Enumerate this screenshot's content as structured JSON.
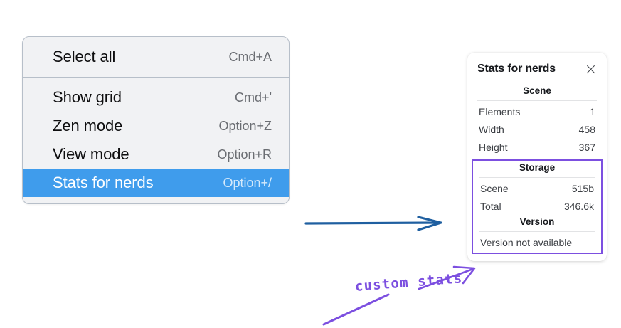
{
  "context_menu": {
    "name": "context-menu",
    "groups": [
      {
        "items": [
          {
            "label": "Select all",
            "shortcut": "Cmd+A",
            "selected": false
          }
        ]
      },
      {
        "items": [
          {
            "label": "Show grid",
            "shortcut": "Cmd+'",
            "selected": false
          },
          {
            "label": "Zen mode",
            "shortcut": "Option+Z",
            "selected": false
          },
          {
            "label": "View mode",
            "shortcut": "Option+R",
            "selected": false
          },
          {
            "label": "Stats for nerds",
            "shortcut": "Option+/",
            "selected": true
          }
        ]
      }
    ],
    "background_color": "#f1f2f4",
    "border_color": "#b7bfc9",
    "highlight_color": "#3f9cec"
  },
  "stats_panel": {
    "title": "Stats for nerds",
    "close_icon": "close-icon",
    "sections": {
      "scene": {
        "title": "Scene",
        "rows": [
          {
            "key": "Elements",
            "value": "1"
          },
          {
            "key": "Width",
            "value": "458"
          },
          {
            "key": "Height",
            "value": "367"
          }
        ]
      },
      "storage": {
        "title": "Storage",
        "rows": [
          {
            "key": "Scene",
            "value": "515b"
          },
          {
            "key": "Total",
            "value": "346.6k"
          }
        ]
      },
      "version": {
        "title": "Version",
        "note": "Version not available"
      }
    },
    "highlight_border_color": "#7c4fe0"
  },
  "annotations": {
    "handwritten_label": "custom stats",
    "arrow_color_blue": "#1f5fa0",
    "arrow_color_purple": "#7c4fe0"
  }
}
